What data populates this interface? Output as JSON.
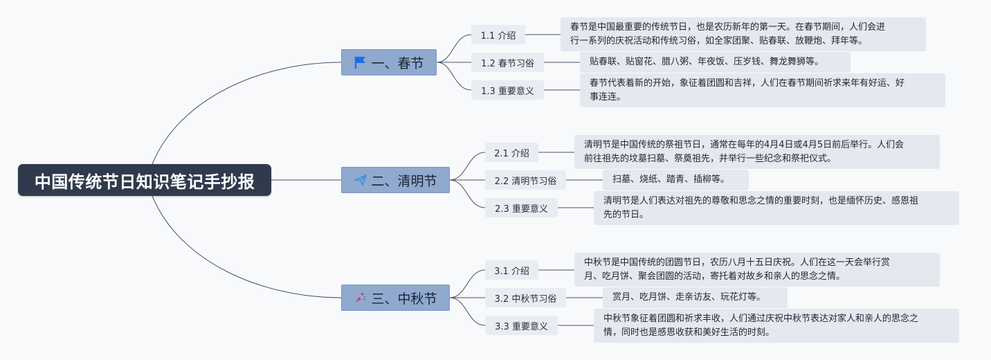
{
  "title": "中国传统节日知识笔记手抄报",
  "branches": [
    {
      "label": "一、春节",
      "icon": "flag-icon",
      "icon_color": "#1d6fe0",
      "subs": [
        {
          "label": "1.1 介绍",
          "text": "春节是中国最重要的传统节日，也是农历新年的第一天。在春节期间，人们会进\n行一系列的庆祝活动和传统习俗，如全家团聚、贴春联、放鞭炮、拜年等。"
        },
        {
          "label": "1.2 春节习俗",
          "text": "贴春联、贴窗花、腊八粥、年夜饭、压岁钱、舞龙舞狮等。"
        },
        {
          "label": "1.3 重要意义",
          "text": "春节代表着新的开始，象征着团圆和吉祥，人们在春节期间祈求来年有好运、好\n事连连。"
        }
      ]
    },
    {
      "label": "二、清明节",
      "icon": "paper-plane-icon",
      "icon_color": "#3a8fd8",
      "subs": [
        {
          "label": "2.1 介绍",
          "text": "清明节是中国传统的祭祖节日，通常在每年的4月4日或4月5日前后举行。人们会\n前往祖先的坟墓扫墓、祭奠祖先，并举行一些纪念和祭祀仪式。"
        },
        {
          "label": "2.2 清明节习俗",
          "text": "扫墓、烧纸、踏青、插柳等。"
        },
        {
          "label": "2.3 重要意义",
          "text": "清明节是人们表达对祖先的尊敬和思念之情的重要时刻，也是缅怀历史、感恩祖\n先的节日。"
        }
      ]
    },
    {
      "label": "三、中秋节",
      "icon": "party-popper-icon",
      "icon_color": "#e0306a",
      "subs": [
        {
          "label": "3.1 介绍",
          "text": "中秋节是中国传统的团圆节日，农历八月十五日庆祝。人们在这一天会举行赏\n月、吃月饼、聚会团圆的活动，寄托着对故乡和亲人的思念之情。"
        },
        {
          "label": "3.2 中秋节习俗",
          "text": "赏月、吃月饼、走亲访友、玩花灯等。"
        },
        {
          "label": "3.3 重要意义",
          "text": "中秋节象征着团圆和祈求丰收，人们通过庆祝中秋节表达对家人和亲人的思念之\n情，同时也是感恩收获和美好生活的时刻。"
        }
      ]
    }
  ]
}
